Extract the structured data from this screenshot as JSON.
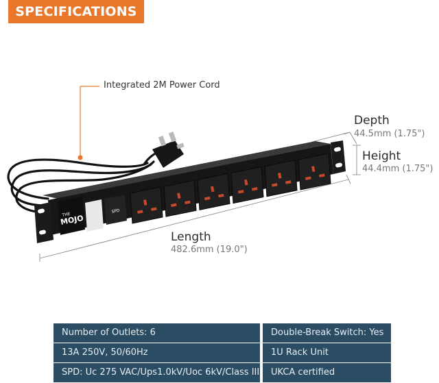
{
  "banner": {
    "title": "SPECIFICATIONS"
  },
  "callouts": {
    "cord": "Integrated 2M Power Cord",
    "depth_title": "Depth",
    "depth_value": "44.5mm (1.75\")",
    "height_title": "Height",
    "height_value": "44.4mm (1.75\")",
    "length_title": "Length",
    "length_value": "482.6mm (19.0\")"
  },
  "product": {
    "brand_small": "THE",
    "brand": "MOJO",
    "switch_label": "SPD",
    "outlet_count": 6
  },
  "specs": [
    {
      "left": "Number of Outlets: 6",
      "right": "Double-Break Switch: Yes"
    },
    {
      "left": "13A 250V, 50/60Hz",
      "right": "1U Rack Unit"
    },
    {
      "left": "SPD: Uc 275 VAC/Ups1.0kV/Uoc 6kV/Class III",
      "right": "UKCA certified"
    }
  ],
  "colors": {
    "accent": "#e8772a",
    "table_bg": "#2b4d63",
    "table_text": "#e8eef2"
  }
}
